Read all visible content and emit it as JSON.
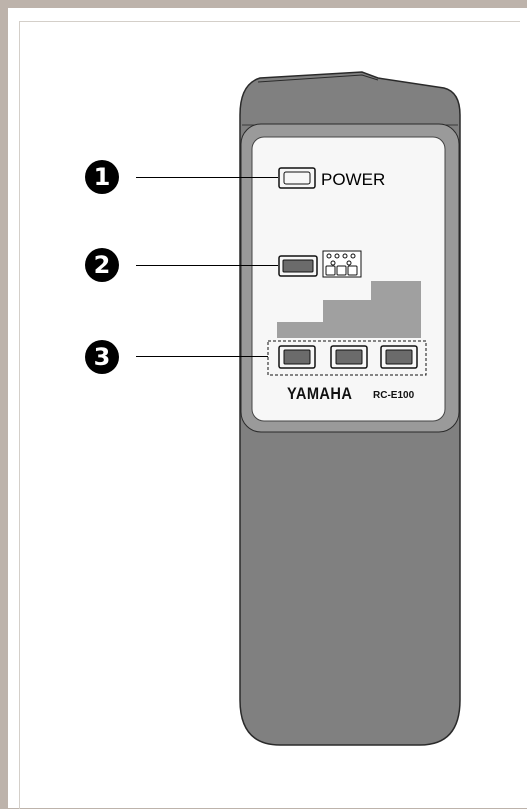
{
  "callouts": [
    {
      "number": "1"
    },
    {
      "number": "2"
    },
    {
      "number": "3"
    }
  ],
  "remote": {
    "power_label": "POWER",
    "brand": "YAMAHA",
    "model": "RC-E100",
    "body_color": "#808080",
    "panel_color": "#f7f7f7",
    "bar_color": "#a0a0a0",
    "button_fill": "#6b6b6b"
  }
}
